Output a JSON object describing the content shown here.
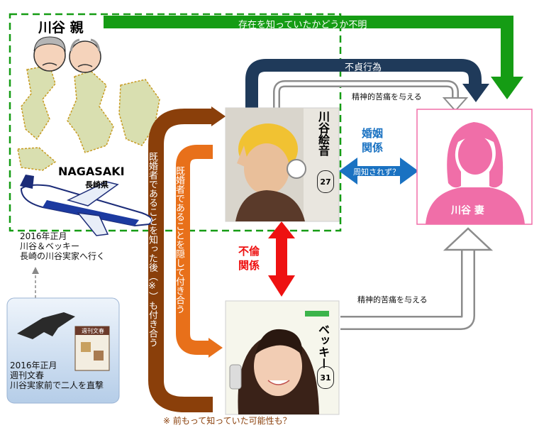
{
  "parents": {
    "label": "川谷 親"
  },
  "map": {
    "place": "NAGASAKI",
    "place_jp": "長崎県"
  },
  "trip_note": {
    "line1": "2016年正月",
    "line2": "川谷＆ベッキー",
    "line3": "長崎の川谷実家へ行く"
  },
  "magazine_box": {
    "line1": "2016年正月",
    "line2": "週刊文春",
    "line3": "川谷実家前で二人を直撃",
    "cover_title": "週刊文春"
  },
  "kawatani": {
    "name": "川谷絵音",
    "age": "27"
  },
  "becky": {
    "name": "ベッキー",
    "age": "31"
  },
  "wife": {
    "label": "川谷 妻"
  },
  "arrows": {
    "unknown_awareness": "存在を知っていたかどうか不明",
    "infidelity": "不貞行為",
    "distress_top": "精神的苦痛を与える",
    "marriage": "婚姻\n関係",
    "known": "周知されず？",
    "affair": "不倫\n関係",
    "distress_bottom": "精神的苦痛を与える",
    "hidden": "既婚者であることを隠して付き合う",
    "after_knowing": "既婚者であることを知った後（※）も付き合う",
    "note": "※ 前もって知っていた可能性も？"
  },
  "colors": {
    "green": "#159c14",
    "navy": "#1f3a5a",
    "gray": "#8c8c8c",
    "brown": "#8a3f0a",
    "orange": "#e8701a",
    "blue": "#1a72c2",
    "red": "#ee1111",
    "pink": "#f06ea8"
  }
}
